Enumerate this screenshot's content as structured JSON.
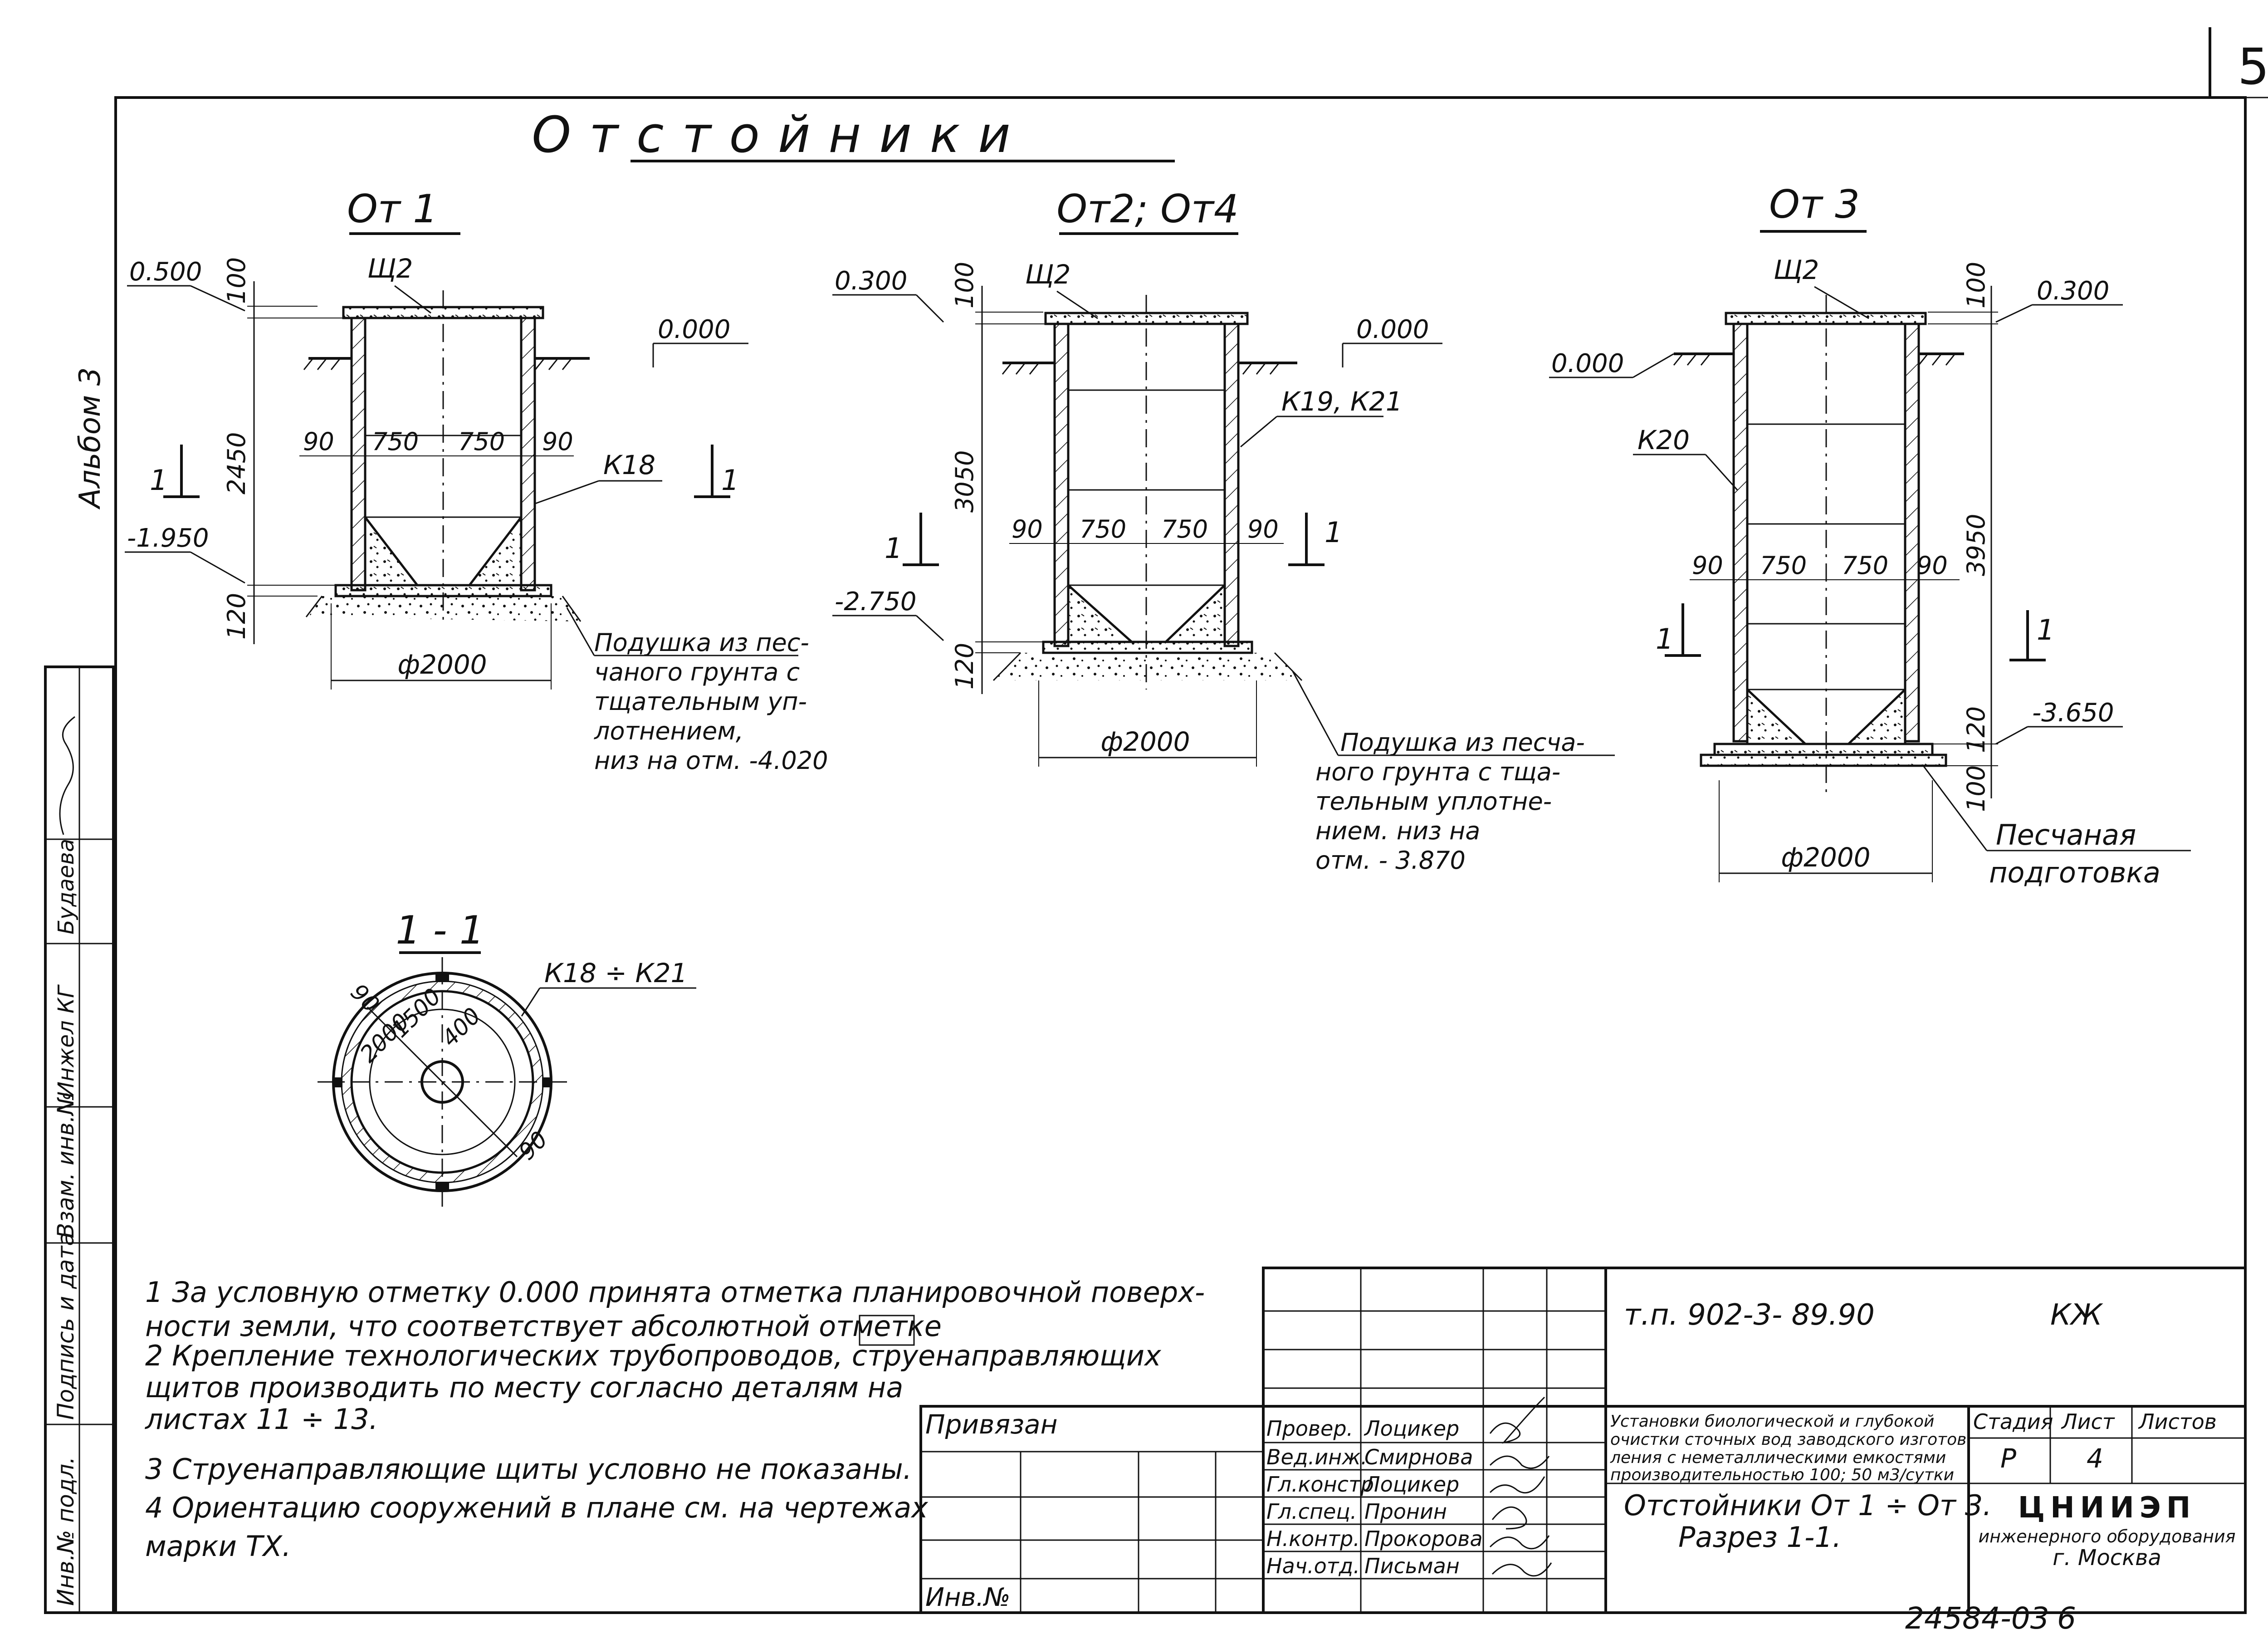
{
  "sheet": {
    "page_number": "5",
    "album_label": "Альбом 3",
    "main_title": "Отстойники",
    "archive_code": "24584-03",
    "archive_sheet": "6"
  },
  "views": {
    "ot1": {
      "title": "От 1",
      "shield": "Щ2",
      "top_level": "0.500",
      "ground_level": "0.000",
      "bottom_level": "-1.950",
      "dims": {
        "top": "100",
        "height": "2450",
        "base": "120",
        "wall_l": "90",
        "half_l": "750",
        "half_r": "750",
        "wall_r": "90",
        "diameter": "ф2000"
      },
      "ring_mark": "К18",
      "section_mark": "1",
      "note": [
        "Подушка из пес-",
        "чаного грунта с",
        "тщательным уп-",
        "лотнением,",
        "низ на отм. -4.020"
      ]
    },
    "ot2": {
      "title": "От2; От4",
      "shield": "Щ2",
      "top_level": "0.300",
      "ground_level": "0.000",
      "bottom_level": "-2.750",
      "dims": {
        "top": "100",
        "height": "3050",
        "base": "120",
        "wall_l": "90",
        "half_l": "750",
        "half_r": "750",
        "wall_r": "90",
        "diameter": "ф2000"
      },
      "ring_mark": "К19, К21",
      "section_mark": "1",
      "note": [
        "Подушка из песча-",
        "ного грунта с тща-",
        "тельным уплотне-",
        "нием. низ на",
        "отм. - 3.870"
      ]
    },
    "ot3": {
      "title": "От 3",
      "shield": "Щ2",
      "top_level": "0.300",
      "ground_level": "0.000",
      "bottom_level": "-3.650",
      "dims": {
        "top": "100",
        "height": "3950",
        "base": "120",
        "pad": "100",
        "wall_l": "90",
        "half_l": "750",
        "half_r": "750",
        "wall_r": "90",
        "diameter": "ф2000"
      },
      "ring_mark": "К20",
      "section_mark": "1",
      "note": [
        "Песчаная",
        "подготовка"
      ]
    },
    "section": {
      "title": "1 - 1",
      "ring_marks": "К18 ÷ К21",
      "dims": {
        "wall_a": "90",
        "outer": "2000",
        "inner": "1500",
        "hole": "400",
        "wall_b": "90"
      }
    }
  },
  "notes": [
    "1  За условную отметку 0.000 принята отметка планировочной поверх-",
    "ности земли, что соответствует абсолютной  отметке",
    "2  Крепление технологических трубопроводов, струенаправляющих",
    "щитов производить по месту согласно деталям на",
    "листах  11 ÷ 13.",
    "3  Струенаправляющие  щиты условно не показаны.",
    "4  Ориентацию сооружений  в плане см. на чертежах",
    "марки ТХ."
  ],
  "side_stamp": {
    "labels": [
      "Инв.№ подл.",
      "Подпись и дата",
      "Взам. инв.№"
    ],
    "names": [
      "Будаева",
      "Инжел КГ"
    ]
  },
  "title_block": {
    "project_code": "т.п. 902-3- 89.90",
    "mark": "КЖ",
    "bound_label": "Привязан",
    "inv_label": "Инв.№",
    "roles": [
      {
        "role": "Провер.",
        "name": "Лоцикер"
      },
      {
        "role": "Вед.инж.",
        "name": "Смирнова"
      },
      {
        "role": "Гл.констр",
        "name": "Лоцикер"
      },
      {
        "role": "Гл.спец.",
        "name": "Пронин"
      },
      {
        "role": "Н.контр.",
        "name": "Прокорова"
      },
      {
        "role": "Нач.отд.",
        "name": "Письман"
      }
    ],
    "description": [
      "Установки биологической и глубокой",
      "очистки сточных вод заводского изготов",
      "ления с неметаллическими емкостями",
      "производительностью 100; 50 м3/сутки"
    ],
    "stage_label": "Стадия",
    "sheet_label": "Лист",
    "sheets_label": "Листов",
    "stage": "Р",
    "sheet": "4",
    "sheets": "",
    "sheet_title": [
      "Отстойники От 1 ÷ От 3.",
      "Разрез 1-1."
    ],
    "org": "ЦНИИЭП",
    "org_sub": [
      "инженерного оборудования",
      "г. Москва"
    ]
  }
}
